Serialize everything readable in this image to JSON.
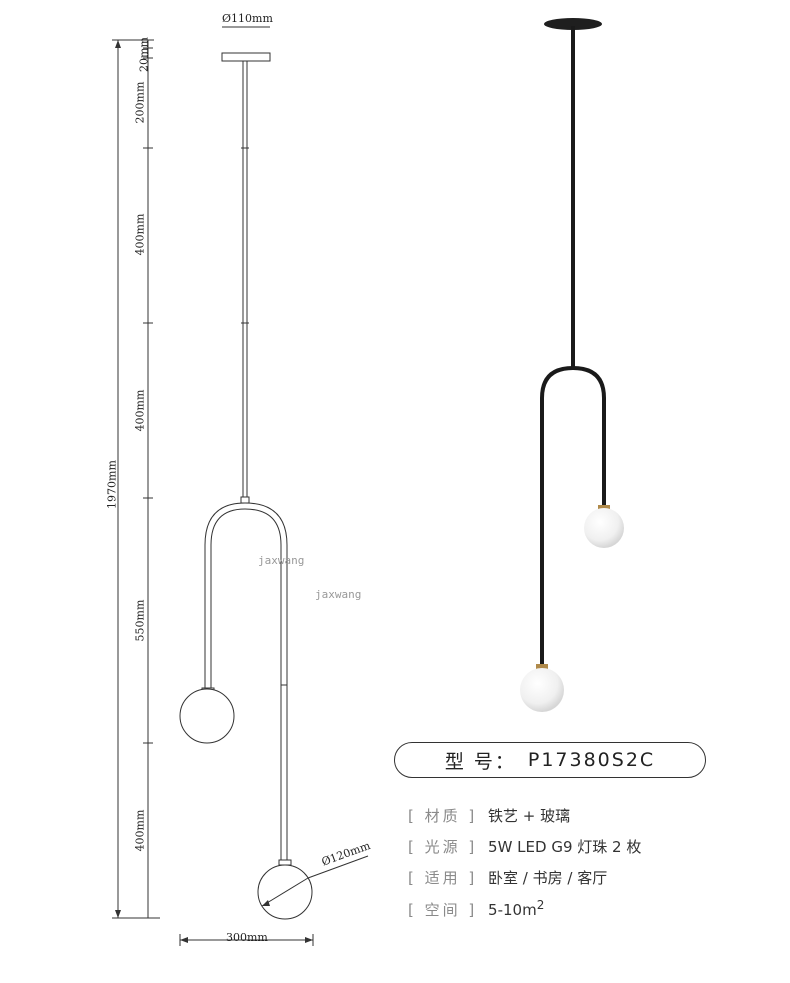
{
  "drawing": {
    "diameter_top": "Ø110mm",
    "dim_20": "20mm",
    "dim_200": "200mm",
    "dim_400a": "400mm",
    "dim_400b": "400mm",
    "dim_550": "550mm",
    "dim_400c": "400mm",
    "dim_total": "1970mm",
    "diameter_ball": "Ø120mm",
    "width": "300mm"
  },
  "watermarks": [
    "jaxwang",
    "jaxwang"
  ],
  "model": {
    "label": "型 号：",
    "value": "P17380S2C"
  },
  "specs": [
    {
      "label": "[ 材质 ]",
      "value": "铁艺 + 玻璃"
    },
    {
      "label": "[ 光源 ]",
      "value": "5W LED G9 灯珠 2 枚"
    },
    {
      "label": "[ 适用 ]",
      "value": "卧室 / 书房 / 客厅"
    },
    {
      "label": "[ 空间 ]",
      "value": "5-10m",
      "sup": "2"
    }
  ],
  "colors": {
    "frame": "#1a1a1a",
    "globe": "#f2f2f2",
    "brass": "#b08a4a"
  }
}
